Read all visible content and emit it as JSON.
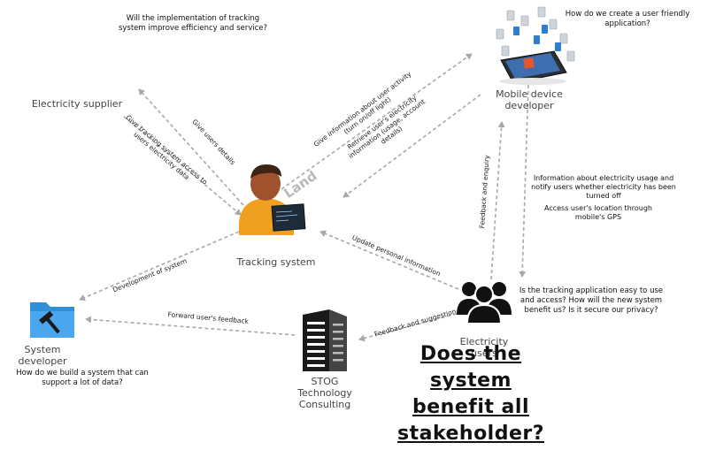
{
  "nodes": {
    "electricity_supplier": "Electricity supplier",
    "mobile_developer": "Mobile device developer",
    "tracking_system": "Tracking system",
    "system_developer": "System developer",
    "stog": "STOG Technology Consulting",
    "electricity_user": "Electricity users"
  },
  "questions": {
    "supplier": "Will the implementation of tracking system improve efficiency and service?",
    "mobile": "How do we create a user friendly application?",
    "system_dev": "How do we build a system that can support a lot of data?",
    "users": "Is the tracking application easy to use and access? How will the new system benefit us? Is it secure our privacy?"
  },
  "edges": {
    "give_users_details": "Give users details",
    "give_tracking_access": "Give tracking system access to users electricity data",
    "give_info_activity": "Give information about user activity (turn on/off light)",
    "retrieve_info": "Retrieve user's electricity information (usage, account details)",
    "info_usage": "Information about electricity usage and notify users whether electricity has been turned off",
    "access_location": "Access user's location through mobile's GPS",
    "feedback_enquiry": "Feedback and enquiry",
    "update_personal": "Update personal information",
    "development": "Development of system",
    "forward_feedback": "Forward user's feedback",
    "feedback_suggestion": "Feedback and suggestion"
  },
  "headline": "Does the system benefit all stakeholder?",
  "watermark": "Land",
  "colors": {
    "arrow": "#a8a8a8",
    "folder": "#2f8fd8",
    "person_skin": "#a0522d",
    "person_shirt": "#f0a020"
  }
}
